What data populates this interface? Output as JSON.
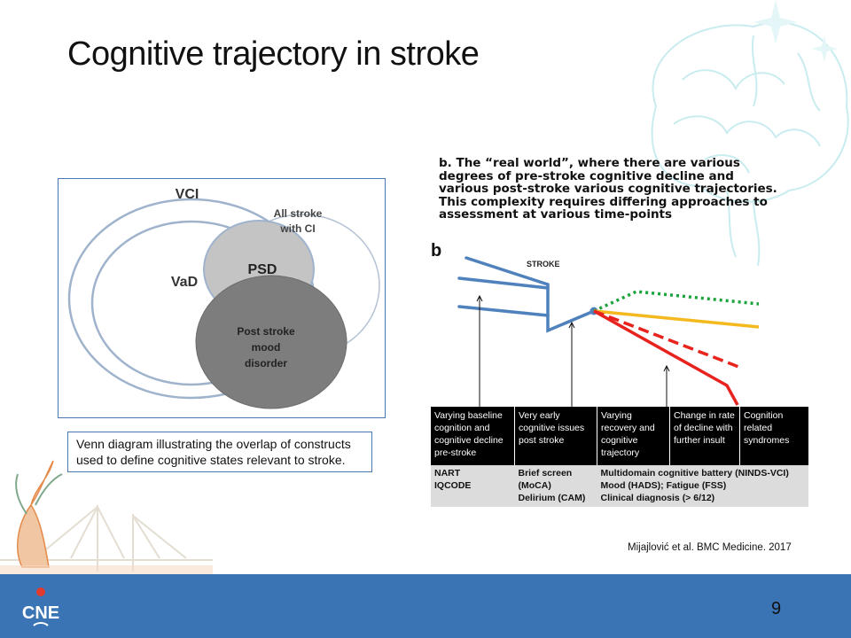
{
  "slide": {
    "title": "Cognitive trajectory in stroke",
    "page_number": "9"
  },
  "venn": {
    "labels": {
      "vci": "VCI",
      "all_stroke_1": "All stroke",
      "all_stroke_2": "with CI",
      "vad": "VaD",
      "psd": "PSD",
      "mood_1": "Post stroke",
      "mood_2": "mood",
      "mood_3": "disorder"
    },
    "caption": "Venn diagram illustrating the overlap of constructs used to define cognitive states relevant to stroke."
  },
  "trajectory": {
    "description": "b. The “real world”, where there are various degrees of pre-stroke cognitive decline and various post-stroke various cognitive trajectories. This complexity requires differing approaches to assessment at various time-points",
    "panel_label": "b",
    "stroke_label": "STROKE",
    "colors": {
      "pre_stroke": "#4f81bd",
      "improve": "#1aa33a",
      "stable": "#f5b920",
      "decline": "#e8231e"
    },
    "stages": [
      "Varying baseline cognition and cognitive decline pre-stroke",
      "Very early cognitive issues post stroke",
      "Varying recovery and cognitive trajectory",
      "Change in rate of decline with further insult",
      "Cognition related syndromes"
    ],
    "assessments": [
      "NART\nIQCODE",
      "Brief screen (MoCA)\nDelirium (CAM)",
      "Multidomain cognitive battery (NINDS-VCI)\nMood (HADS); Fatigue (FSS)\nClinical diagnosis (> 6/12)"
    ]
  },
  "citation": "Mijajlović et al. BMC Medicine. 2017",
  "footer": {
    "logo_text": "CNE",
    "color": "#3a74b5"
  }
}
